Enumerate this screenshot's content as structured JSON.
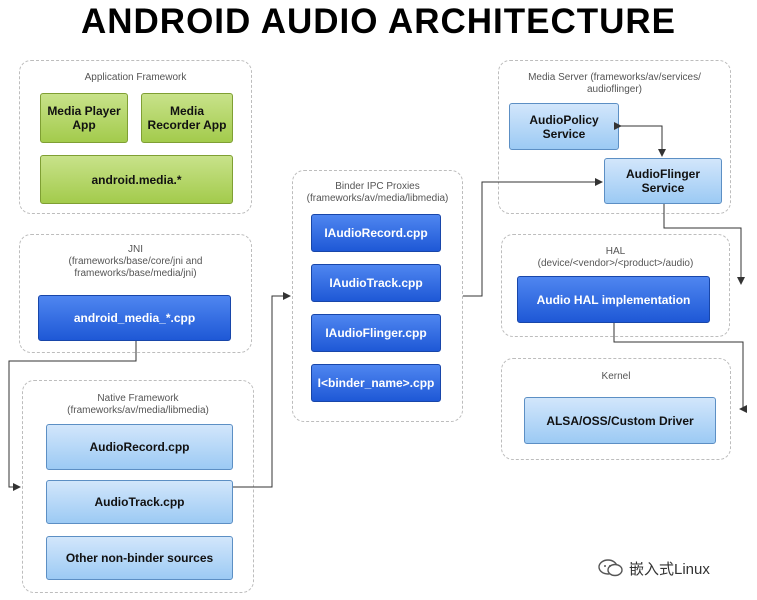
{
  "title": "ANDROID AUDIO ARCHITECTURE",
  "groups": {
    "app_framework": "Application Framework",
    "jni": "JNI\n(frameworks/base/core/jni and\nframeworks/base/media/jni)",
    "native_framework": "Native Framework\n(frameworks/av/media/libmedia)",
    "binder": "Binder IPC Proxies\n(frameworks/av/media/libmedia)",
    "media_server": "Media Server (frameworks/av/services/\naudioflinger)",
    "hal": "HAL\n(device/<vendor>/<product>/audio)",
    "kernel": "Kernel"
  },
  "boxes": {
    "media_player": "Media Player\nApp",
    "media_recorder": "Media\nRecorder App",
    "android_media": "android.media.*",
    "android_media_cpp": "android_media_*.cpp",
    "audio_record": "AudioRecord.cpp",
    "audio_track": "AudioTrack.cpp",
    "other_sources": "Other non-binder sources",
    "i_audio_record": "IAudioRecord.cpp",
    "i_audio_track": "IAudioTrack.cpp",
    "i_audio_flinger": "IAudioFlinger.cpp",
    "i_binder_name": "I<binder_name>.cpp",
    "audio_policy": "AudioPolicy\nService",
    "audio_flinger": "AudioFlinger\nService",
    "audio_hal": "Audio HAL implementation",
    "alsa_driver": "ALSA/OSS/Custom Driver"
  },
  "watermark": "嵌入式Linux",
  "colors": {
    "green": "#a3cb4c",
    "dark_blue": "#1e58d6",
    "light_blue": "#9ccaf4",
    "connector": "#333333",
    "dashed_border": "#bdbdbd"
  }
}
